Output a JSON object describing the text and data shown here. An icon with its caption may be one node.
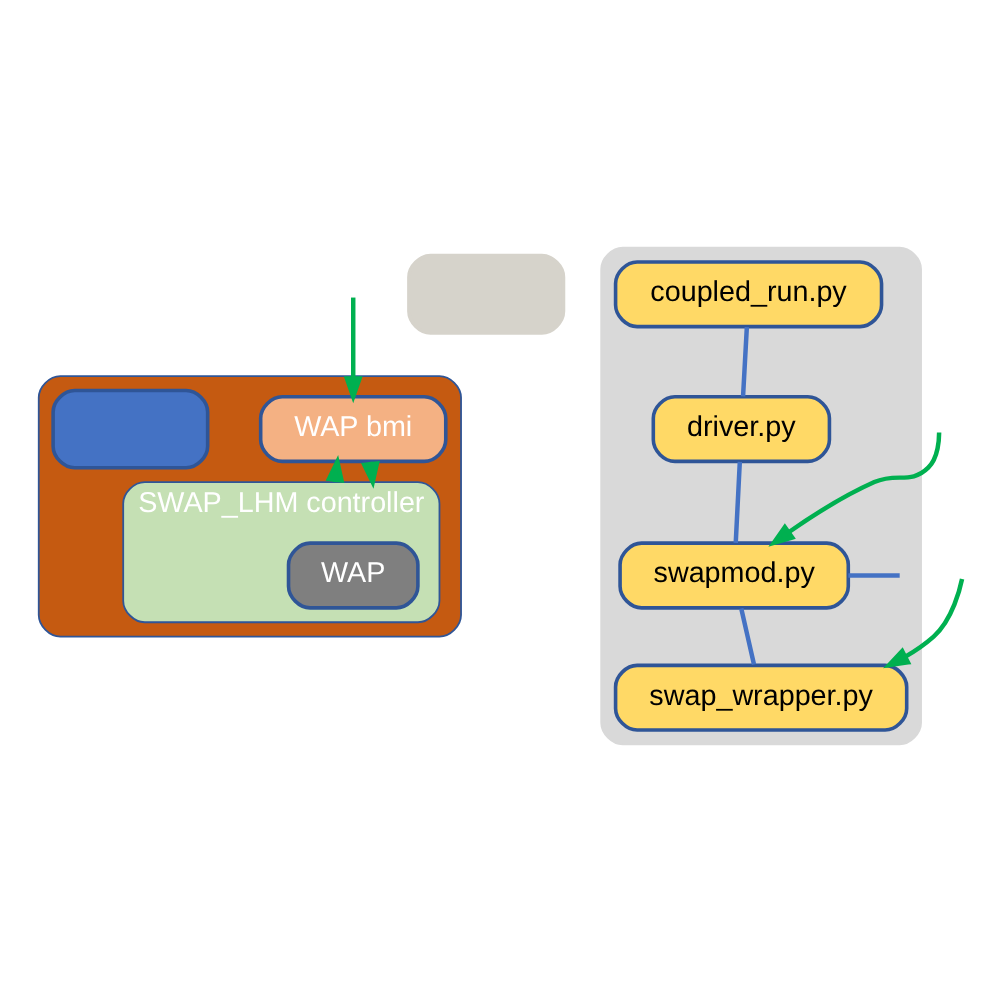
{
  "diagram": {
    "nodes": [
      {
        "text": [],
        "shape": "box"
      },
      {
        "text": [
          "WAP bmi"
        ],
        "in": 0
      },
      {
        "text": [
          "SWAP_LHM controller"
        ],
        "in": 0
      },
      {
        "text": [
          "WAP"
        ],
        "in": 2
      },
      {
        "text": [],
        "shape": "box",
        "in": 0
      },
      {
        "text": [],
        "shape": "box"
      },
      {
        "text": [],
        "shape": "box"
      },
      {
        "text": [
          "coupled_run.py"
        ],
        "in": 6
      },
      {
        "text": [
          "driver.py"
        ],
        "in": 6
      },
      {
        "text": [
          "swapmod.py"
        ],
        "in": 6
      },
      {
        "text": [
          "swap_wrapper.py"
        ],
        "in": 6
      }
    ],
    "edges": [
      {
        "from": null,
        "to": 1,
        "arrow": "to",
        "color": "#00b050"
      },
      {
        "from": null,
        "to": 9,
        "arrow": "to",
        "color": "#00b050"
      },
      {
        "from": null,
        "to": 10,
        "arrow": "to",
        "color": "#00b050"
      },
      {
        "from": 1,
        "to": 2,
        "arrow": "to",
        "color": "#00b050"
      },
      {
        "from": 2,
        "to": 1,
        "arrow": "to",
        "color": "#00b050"
      },
      {
        "from": 7,
        "to": 8,
        "arrow": "none",
        "color": "#4472c4"
      },
      {
        "from": 8,
        "to": 9,
        "arrow": "none",
        "color": "#4472c4"
      },
      {
        "from": 9,
        "to": 10,
        "arrow": "none",
        "color": "#4472c4"
      },
      {
        "from": 9,
        "to": null,
        "arrow": "none",
        "color": "#4472c4"
      }
    ]
  }
}
